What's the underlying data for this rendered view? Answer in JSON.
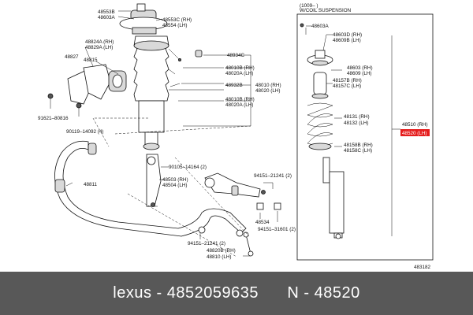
{
  "caption": {
    "brand": "lexus",
    "part_number": "4852059635",
    "separator": "-",
    "variant": "N",
    "ref": "48520"
  },
  "highlight_color": "#e51e1e",
  "inset": {
    "date_note": "(1009–        )",
    "title": "W/COIL SUSPENSION"
  },
  "figure_code": "483182",
  "labels": [
    {
      "id": "l-48553b",
      "text": "48553B"
    },
    {
      "id": "l-48603a-top",
      "text": "48603A"
    },
    {
      "id": "l-48553c",
      "text": "48553C (RH)"
    },
    {
      "id": "l-48554",
      "text": "48554 (LH)"
    },
    {
      "id": "l-48824a",
      "text": "48824A (RH)"
    },
    {
      "id": "l-48829a",
      "text": "48829A (LH)"
    },
    {
      "id": "l-48827",
      "text": "48827"
    },
    {
      "id": "l-48815",
      "text": "48815"
    },
    {
      "id": "l-48934c",
      "text": "48934C"
    },
    {
      "id": "l-48010b-1",
      "text": "48010B (RH)"
    },
    {
      "id": "l-48020a-1",
      "text": "48020A (LH)"
    },
    {
      "id": "l-48932b",
      "text": "48932B"
    },
    {
      "id": "l-48010",
      "text": "48010 (RH)"
    },
    {
      "id": "l-48020",
      "text": "48020 (LH)"
    },
    {
      "id": "l-48010b-2",
      "text": "48010B (RH)"
    },
    {
      "id": "l-48020a-2",
      "text": "48020A (LH)"
    },
    {
      "id": "l-91621",
      "text": "91621–80816"
    },
    {
      "id": "l-90119",
      "text": "90119–14092 (4)"
    },
    {
      "id": "l-90105",
      "text": "90105–14164 (2)"
    },
    {
      "id": "l-48503",
      "text": "48503 (RH)"
    },
    {
      "id": "l-48504",
      "text": "48504 (LH)"
    },
    {
      "id": "l-48811",
      "text": "48811"
    },
    {
      "id": "l-94151-a",
      "text": "94151–21241 (2)"
    },
    {
      "id": "l-48534",
      "text": "48534"
    },
    {
      "id": "l-94151-b",
      "text": "94151–31601 (2)"
    },
    {
      "id": "l-94151-c",
      "text": "94151–21241 (2)"
    },
    {
      "id": "l-48820b",
      "text": "48820B (RH)"
    },
    {
      "id": "l-48810",
      "text": "48810 (LH)"
    },
    {
      "id": "l-48603a-inset",
      "text": "48603A"
    },
    {
      "id": "l-48603d",
      "text": "48603D (RH)"
    },
    {
      "id": "l-48609b",
      "text": "48609B (LH)"
    },
    {
      "id": "l-48603",
      "text": "48603 (RH)"
    },
    {
      "id": "l-48609",
      "text": "48609 (LH)"
    },
    {
      "id": "l-48157b",
      "text": "48157B (RH)"
    },
    {
      "id": "l-48157c",
      "text": "48157C (LH)"
    },
    {
      "id": "l-48131",
      "text": "48131 (RH)"
    },
    {
      "id": "l-48132",
      "text": "48132 (LH)"
    },
    {
      "id": "l-48510",
      "text": "48510 (RH)"
    },
    {
      "id": "l-48520",
      "text": "48520 (LH)"
    },
    {
      "id": "l-48158b",
      "text": "48158B (RH)"
    },
    {
      "id": "l-48158c",
      "text": "48158C (LH)"
    }
  ]
}
